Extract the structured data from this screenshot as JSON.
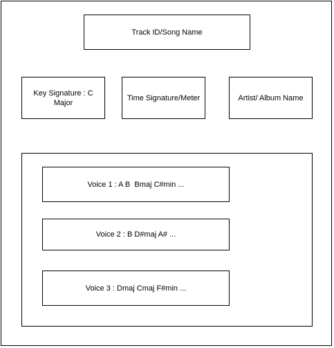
{
  "title": "Track ID/Song Name",
  "metadata": {
    "key_signature": "Key Signature : C Major",
    "time_signature": "Time Signature/Meter",
    "artist_album": "Artist/ Album Name"
  },
  "voices": [
    "Voice 1 : A B  Bmaj C#min ...",
    "Voice 2 : B D#maj A# ...",
    "Voice 3 : Dmaj Cmaj F#min ..."
  ]
}
